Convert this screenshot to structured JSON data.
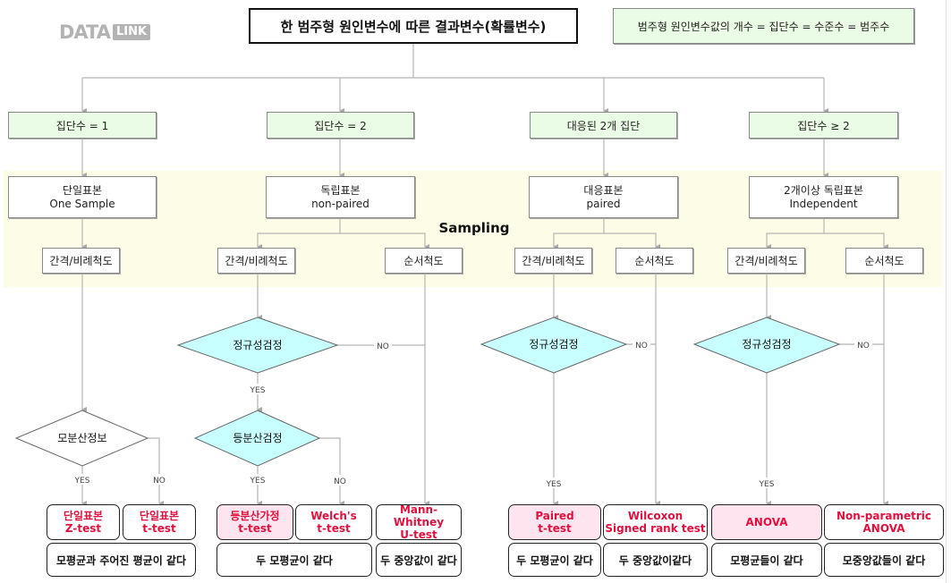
{
  "logo": {
    "main": "DATA",
    "badge": "LINK"
  },
  "title": "한 범주형 원인변수에 따른 결과변수(확률변수)",
  "note": "범주형 원인변수값의 개수 = 집단수 = 수준수 = 범주수",
  "sampling_label": "Sampling",
  "colors": {
    "group_fill": "#ebfce6",
    "decision_fill": "#c8ffff",
    "test_text": "#e0103f",
    "pink_fill": "#fde4ef",
    "band": "#fdfde7"
  },
  "groups": [
    {
      "label": "집단수 = 1"
    },
    {
      "label": "집단수 = 2"
    },
    {
      "label": "대응된 2개 집단"
    },
    {
      "label": "집단수 ≥ 2"
    }
  ],
  "samples": [
    {
      "line1": "단일표본",
      "line2": "One Sample"
    },
    {
      "line1": "독립표본",
      "line2": "non-paired"
    },
    {
      "line1": "대응표본",
      "line2": "paired"
    },
    {
      "line1": "2개이상 독립표본",
      "line2": "Independent"
    }
  ],
  "scales": {
    "interval": "간격/비례척도",
    "ordinal": "순서척도"
  },
  "decisions": {
    "population_variance": "모분산정보",
    "normality": "정규성검정",
    "equal_variance": "등분산검정"
  },
  "edge_labels": {
    "yes": "YES",
    "no": "NO"
  },
  "tests": [
    {
      "line1": "단일표본",
      "line2": "Z-test"
    },
    {
      "line1": "단일표본",
      "line2": "t-test"
    },
    {
      "line1": "등분산가정",
      "line2": "t-test"
    },
    {
      "line1": "Welch's",
      "line2": "t-test"
    },
    {
      "line1": "Mann-Whitney",
      "line2": "U-test"
    },
    {
      "line1": "Paired",
      "line2": "t-test"
    },
    {
      "line1": "Wilcoxon",
      "line2": "Signed rank test"
    },
    {
      "line1": "ANOVA",
      "line2": ""
    },
    {
      "line1": "Non-parametric",
      "line2": "ANOVA"
    }
  ],
  "hypotheses": [
    "모평균과 주어진 평균이 같다",
    "두 모평균이 같다",
    "두 중앙값이 같다",
    "두 모평균이 같다",
    "두 중앙값이같다",
    "모평균들이 같다",
    "모중앙값들이 같다"
  ]
}
